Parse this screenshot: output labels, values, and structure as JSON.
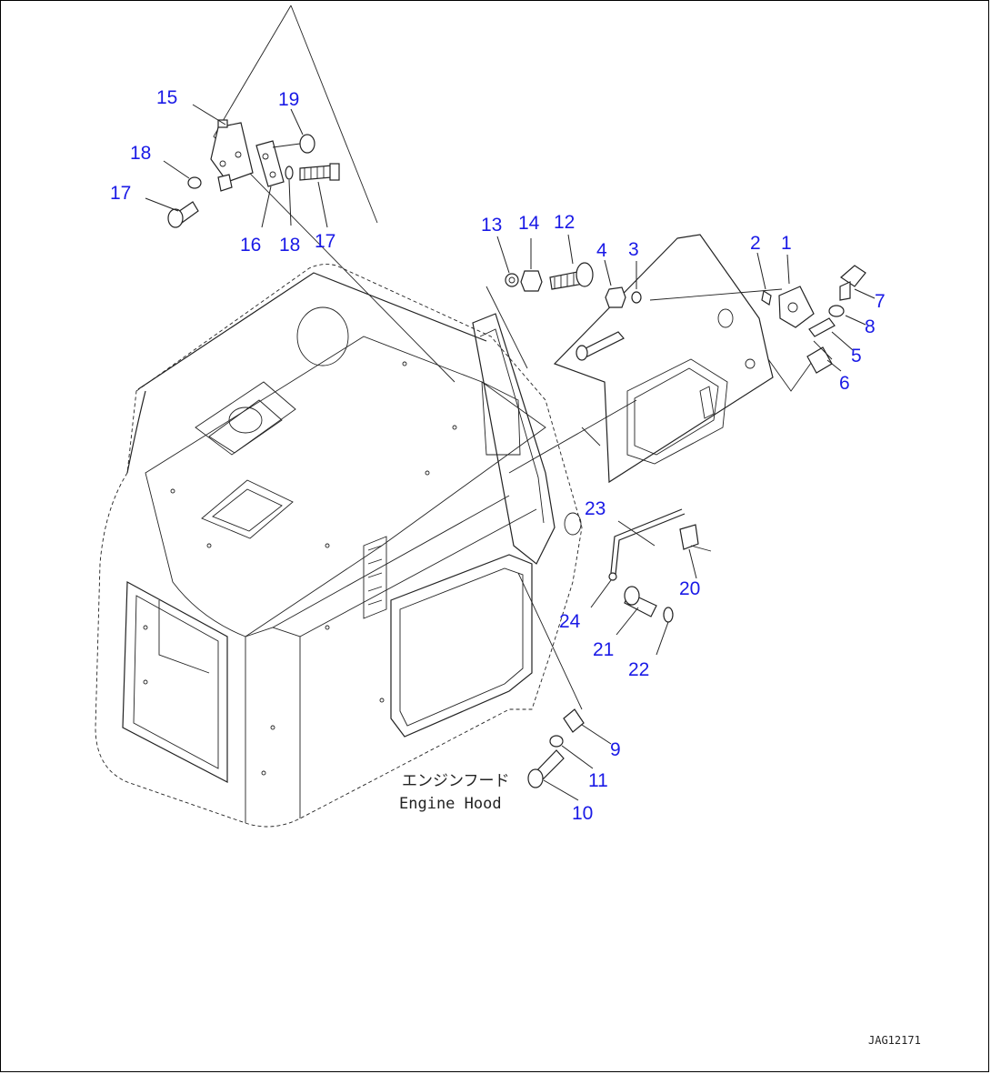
{
  "diagram": {
    "caption_japanese": "エンジンフード",
    "caption_english": "Engine Hood",
    "drawing_code": "JAG12171",
    "callouts": [
      {
        "id": "c15",
        "text": "15"
      },
      {
        "id": "c19",
        "text": "19"
      },
      {
        "id": "c18a",
        "text": "18"
      },
      {
        "id": "c17a",
        "text": "17"
      },
      {
        "id": "c16",
        "text": "16"
      },
      {
        "id": "c18b",
        "text": "18"
      },
      {
        "id": "c17b",
        "text": "17"
      },
      {
        "id": "c13",
        "text": "13"
      },
      {
        "id": "c14",
        "text": "14"
      },
      {
        "id": "c12",
        "text": "12"
      },
      {
        "id": "c4",
        "text": "4"
      },
      {
        "id": "c3",
        "text": "3"
      },
      {
        "id": "c2",
        "text": "2"
      },
      {
        "id": "c1",
        "text": "1"
      },
      {
        "id": "c7",
        "text": "7"
      },
      {
        "id": "c8",
        "text": "8"
      },
      {
        "id": "c5",
        "text": "5"
      },
      {
        "id": "c6",
        "text": "6"
      },
      {
        "id": "c23",
        "text": "23"
      },
      {
        "id": "c20",
        "text": "20"
      },
      {
        "id": "c24",
        "text": "24"
      },
      {
        "id": "c21",
        "text": "21"
      },
      {
        "id": "c22",
        "text": "22"
      },
      {
        "id": "c9",
        "text": "9"
      },
      {
        "id": "c11",
        "text": "11"
      },
      {
        "id": "c10",
        "text": "10"
      }
    ]
  }
}
